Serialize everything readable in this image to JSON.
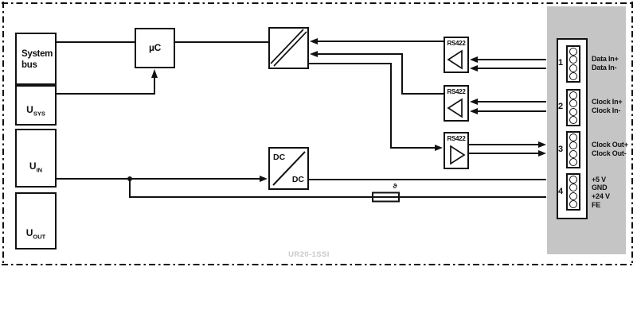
{
  "diagram": {
    "watermark": "UR20-1SSI",
    "colors": {
      "line": "#111111",
      "box_background": "#ffffff",
      "connector_background": "#c5c5c5",
      "watermark_gray": "#c9c9c9"
    },
    "blocks": {
      "system_bus": {
        "label": "System bus"
      },
      "u_sys": {
        "base": "U",
        "sub": "SYS"
      },
      "u_in": {
        "base": "U",
        "sub": "IN"
      },
      "u_out": {
        "base": "U",
        "sub": "OUT"
      },
      "mcu": {
        "label": "µC"
      },
      "isolation": {
        "symbol_name": "galvanic-isolation"
      },
      "dcdc": {
        "label_top": "DC",
        "label_bottom": "DC"
      },
      "rs422_receiver_1": {
        "label": "RS422"
      },
      "rs422_receiver_2": {
        "label": "RS422"
      },
      "rs422_transmitter": {
        "label": "RS422"
      },
      "thermal_fuse": {
        "symbol": "ϑ"
      }
    },
    "connector": {
      "terminals": [
        {
          "number": "1",
          "labels": [
            "Data In+",
            "Data In-"
          ]
        },
        {
          "number": "2",
          "labels": [
            "Clock In+",
            "Clock In-"
          ]
        },
        {
          "number": "3",
          "labels": [
            "Clock Out+",
            "Clock Out-"
          ]
        },
        {
          "number": "4",
          "labels": [
            "+5 V",
            "GND",
            "+24 V",
            "FE"
          ]
        }
      ]
    }
  }
}
